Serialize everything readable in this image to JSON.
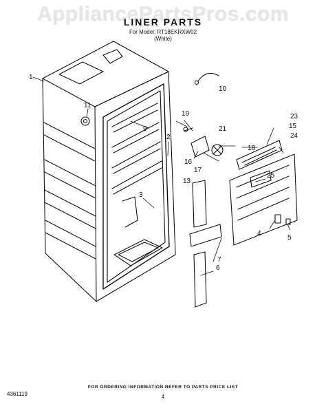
{
  "watermark": "AppliancePartsPros.com",
  "header": {
    "title": "LINER PARTS",
    "model": "For Model: RT18EKRXW02",
    "color": "(White)"
  },
  "callouts": [
    "1",
    "2",
    "3",
    "4",
    "5",
    "6",
    "7",
    "9",
    "10",
    "11",
    "13",
    "15",
    "16",
    "17",
    "18",
    "19",
    "21",
    "23",
    "24",
    "25"
  ],
  "footer": {
    "ref": "4361119",
    "note": "FOR ORDERING INFORMATION REFER TO PARTS PRICE LIST",
    "page": "4"
  }
}
